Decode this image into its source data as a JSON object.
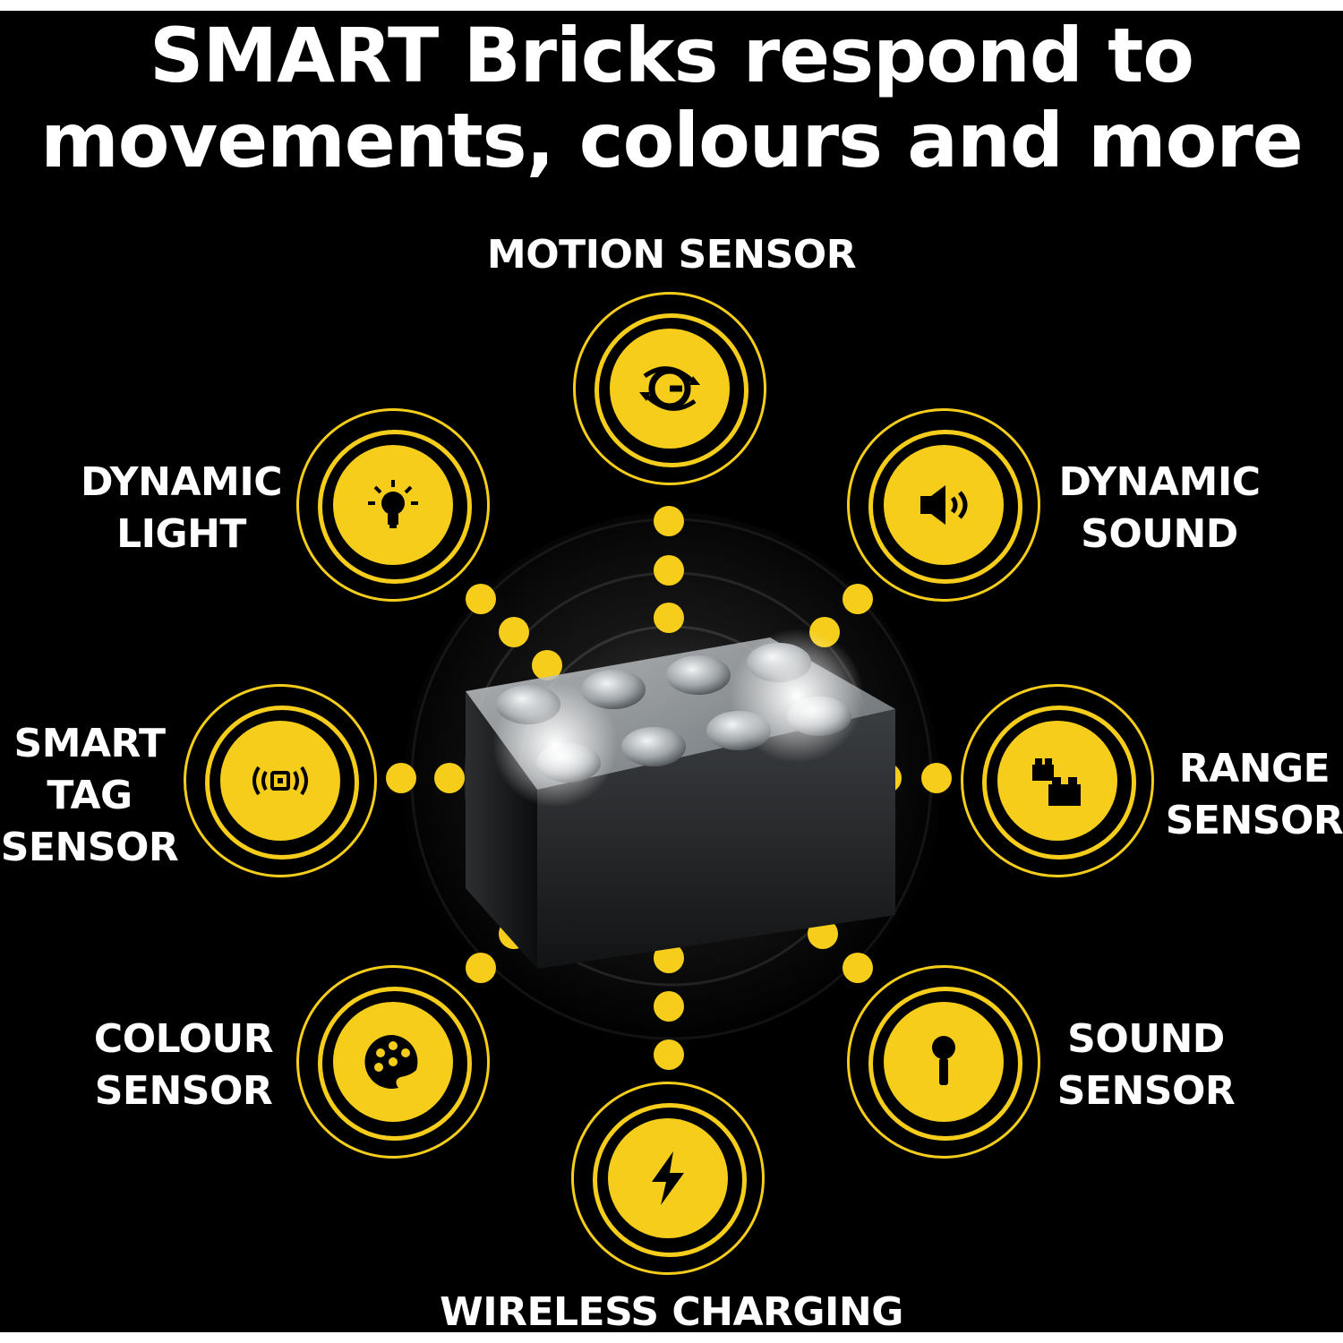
{
  "headline": {
    "line1": "SMART Bricks respond to",
    "line2": "movements, colours and more"
  },
  "features": [
    {
      "id": "motion",
      "lines": [
        "MOTION SENSOR"
      ],
      "icon": "motion-sensor-icon"
    },
    {
      "id": "dynamic-sound",
      "lines": [
        "DYNAMIC",
        "SOUND"
      ],
      "icon": "speaker-icon"
    },
    {
      "id": "range",
      "lines": [
        "RANGE",
        "SENSOR"
      ],
      "icon": "brick-range-icon"
    },
    {
      "id": "sound-sensor",
      "lines": [
        "SOUND",
        "SENSOR"
      ],
      "icon": "microphone-icon"
    },
    {
      "id": "wireless",
      "lines": [
        "WIRELESS CHARGING"
      ],
      "icon": "lightning-icon"
    },
    {
      "id": "colour",
      "lines": [
        "COLOUR",
        "SENSOR"
      ],
      "icon": "palette-icon"
    },
    {
      "id": "smart-tag",
      "lines": [
        "SMART",
        "TAG",
        "SENSOR"
      ],
      "icon": "tag-signal-icon"
    },
    {
      "id": "dynamic-light",
      "lines": [
        "DYNAMIC",
        "LIGHT"
      ],
      "icon": "light-bulb-icon"
    }
  ],
  "colors": {
    "background": "#000000",
    "accent": "#f5cd1a",
    "text": "#ffffff"
  }
}
